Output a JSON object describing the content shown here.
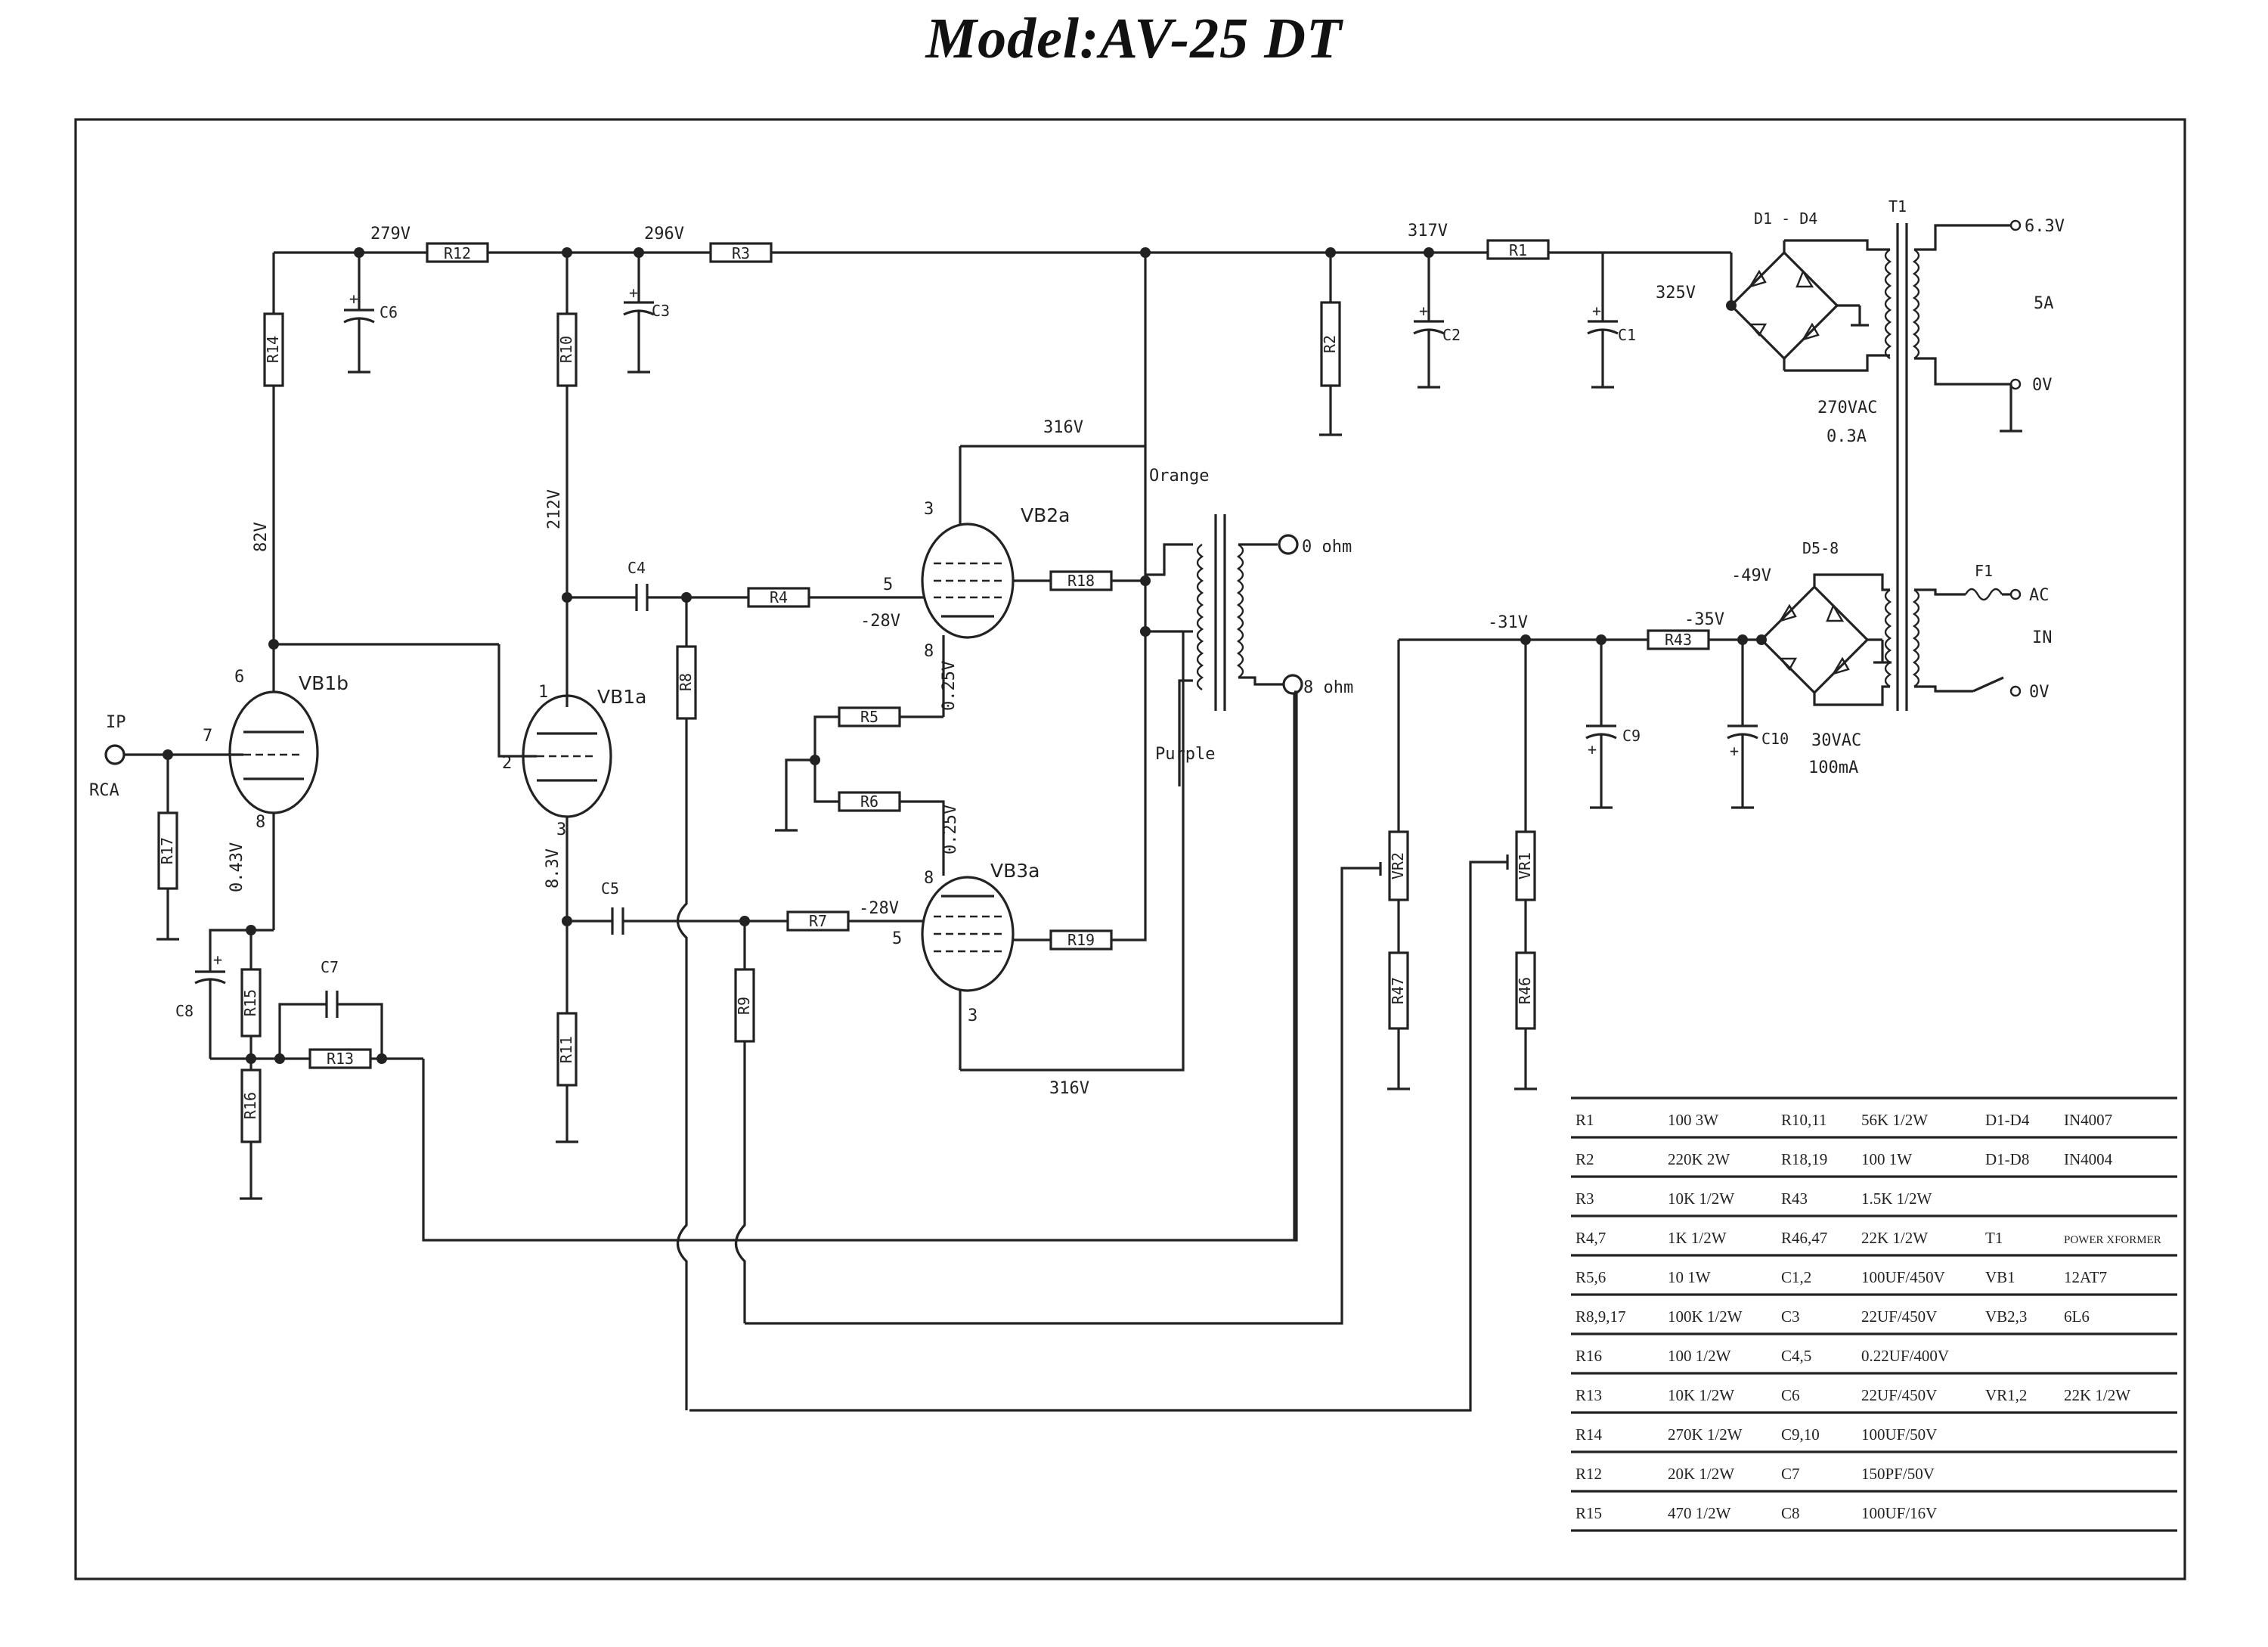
{
  "title": "Model:AV-25 DT",
  "voltages": {
    "v279": "279V",
    "v296": "296V",
    "v317": "317V",
    "v325": "325V",
    "v82": "82V",
    "v212": "212V",
    "v316a": "316V",
    "v316b": "316V",
    "vm28a": "-28V",
    "vm28b": "-28V",
    "v025a": "0.25V",
    "v025b": "0.25V",
    "v043": "0.43V",
    "v83": "8.3V",
    "vm31": "-31V",
    "vm35": "-35V",
    "vm49": "-49V"
  },
  "resistors": [
    "R12",
    "R3",
    "R1",
    "R14",
    "R10",
    "R2",
    "R4",
    "R18",
    "R5",
    "R6",
    "R8",
    "R7",
    "R19",
    "R9",
    "R17",
    "R15",
    "R13",
    "R16",
    "R11",
    "VR2",
    "R47",
    "VR1",
    "R46",
    "R43"
  ],
  "capacitors": [
    "C6",
    "C3",
    "C2",
    "C1",
    "C4",
    "C5",
    "C8",
    "C7",
    "C9",
    "C10"
  ],
  "tubes": {
    "vb1b": "VB1b",
    "vb1a": "VB1a",
    "vb2a": "VB2a",
    "vb3a": "VB3a"
  },
  "pins": [
    "6",
    "7",
    "8",
    "1",
    "2",
    "3",
    "3",
    "5",
    "8",
    "8",
    "5",
    "3"
  ],
  "labels": {
    "ip": "IP",
    "rca": "RCA",
    "orange": "Orange",
    "purple": "Purple",
    "ohm0": "0 ohm",
    "ohm8": "8 ohm",
    "d1d4": "D1 - D4",
    "d5d8": "D5-8",
    "t1": "T1",
    "f1": "F1",
    "v63": "6.3V",
    "a5": "5A",
    "ov1": "0V",
    "vac270": "270VAC",
    "a03": "0.3A",
    "ac": "AC",
    "in": "IN",
    "ov2": "0V",
    "vac30": "30VAC",
    "ma100": "100mA"
  },
  "parts_table": [
    [
      "R1",
      "100 3W",
      "R10,11",
      "56K 1/2W",
      "D1-D4",
      "IN4007"
    ],
    [
      "R2",
      "220K 2W",
      "R18,19",
      "100 1W",
      "D1-D8",
      "IN4004"
    ],
    [
      "R3",
      "10K 1/2W",
      "R43",
      "1.5K 1/2W",
      "",
      ""
    ],
    [
      "R4,7",
      "1K 1/2W",
      "R46,47",
      "22K 1/2W",
      "T1",
      "POWER XFORMER"
    ],
    [
      "R5,6",
      "10 1W",
      "C1,2",
      "100UF/450V",
      "VB1",
      "12AT7"
    ],
    [
      "R8,9,17",
      "100K 1/2W",
      "C3",
      "22UF/450V",
      "VB2,3",
      "6L6"
    ],
    [
      "R16",
      "100 1/2W",
      "C4,5",
      "0.22UF/400V",
      "",
      ""
    ],
    [
      "R13",
      "10K 1/2W",
      "C6",
      "22UF/450V",
      "VR1,2",
      "22K 1/2W"
    ],
    [
      "R14",
      "270K 1/2W",
      "C9,10",
      "100UF/50V",
      "",
      ""
    ],
    [
      "R12",
      "20K 1/2W",
      "C7",
      "150PF/50V",
      "",
      ""
    ],
    [
      "R15",
      "470 1/2W",
      "C8",
      "100UF/16V",
      "",
      ""
    ]
  ]
}
